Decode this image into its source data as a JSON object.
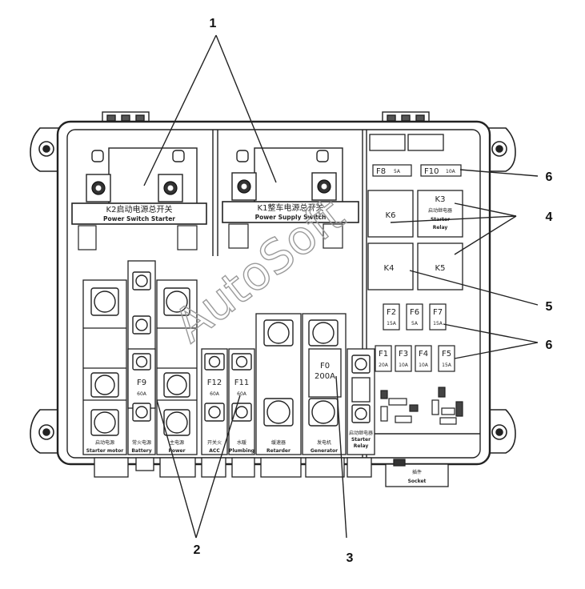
{
  "callouts": {
    "c1": "1",
    "c2": "2",
    "c3": "3",
    "c4": "4",
    "c5": "5",
    "c6a": "6",
    "c6b": "6"
  },
  "switches": {
    "k2_label": "K2启动电源总开关",
    "k2_sub": "Power Switch Starter",
    "k1_label": "K1整车电源总开关",
    "k1_sub": "Power Supply Switch"
  },
  "relays": {
    "k6": "K6",
    "k3": "K3",
    "k3_cn": "启动继电器",
    "k3_en1": "Starter",
    "k3_en2": "Relay",
    "k4": "K4",
    "k5": "K5"
  },
  "fuses": {
    "f8": "F8",
    "f8_amp": "5A",
    "f10": "F10",
    "f10_amp": "10A",
    "f2": "F2",
    "f2_amp": "15A",
    "f6": "F6",
    "f6_amp": "5A",
    "f7": "F7",
    "f7_amp": "15A",
    "f1": "F1",
    "f1_amp": "20A",
    "f3": "F3",
    "f3_amp": "10A",
    "f4": "F4",
    "f4_amp": "10A",
    "f5": "F5",
    "f5_amp": "15A",
    "f9": "F9",
    "f9_amp": "60A",
    "f12": "F12",
    "f12_amp": "60A",
    "f11": "F11",
    "f11_amp": "60A",
    "f0": "F0",
    "f0_amp": "200A"
  },
  "terminals": {
    "starter_motor_cn": "启动电源",
    "starter_motor_en": "Starter motor",
    "battery_cn": "常火电源",
    "battery_en": "Battery",
    "power_cn": "主电源",
    "power_en": "Power",
    "acc_cn": "开关火",
    "acc_en": "ACC",
    "plumbing_cn": "水暖",
    "plumbing_en": "Plumbing",
    "retarder_cn": "缓速器",
    "retarder_en": "Retarder",
    "generator_cn": "发电机",
    "generator_en": "Generator",
    "starter_relay_cn": "启动继电器",
    "starter_relay_en1": "Starter",
    "starter_relay_en2": "Relay",
    "socket_cn": "插件",
    "socket_en": "Socket"
  },
  "watermark": "AutoSoft"
}
